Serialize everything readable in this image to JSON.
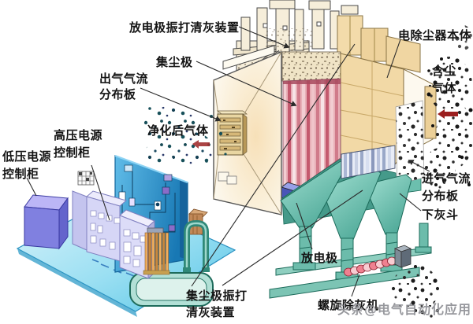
{
  "diagram": {
    "subject": "electrostatic-precipitator-structure",
    "labels": {
      "discharge_rapping": {
        "lines": [
          "放电极振打清灰装置"
        ]
      },
      "esp_body": {
        "lines": [
          "电除尘器本体"
        ]
      },
      "collecting_electrode": {
        "lines": [
          "集尘极"
        ]
      },
      "outlet_distribution": {
        "lines": [
          "出气气流",
          "分布板"
        ]
      },
      "dusty_gas": {
        "lines": [
          "含尘",
          "气体"
        ]
      },
      "clean_gas": {
        "lines": [
          "净化后气体"
        ]
      },
      "hv_cabinet": {
        "lines": [
          "高压电源",
          "控制柜"
        ]
      },
      "lv_cabinet": {
        "lines": [
          "低压电源",
          "控制柜"
        ]
      },
      "inlet_distribution": {
        "lines": [
          "进气气流",
          "分布板"
        ]
      },
      "ash_hopper": {
        "lines": [
          "下灰斗"
        ]
      },
      "discharge_electrode": {
        "lines": [
          "放电极"
        ]
      },
      "collecting_rapping": {
        "lines": [
          "集尘极振打",
          "清灰装置"
        ]
      },
      "screw_conveyor": {
        "lines": [
          "螺旋除灰机"
        ]
      }
    },
    "watermark": "头条@电气自动化应用",
    "colors": {
      "body_tan": "#f2d9a6",
      "plates_pink": "#d07a8a",
      "hopper_teal": "#7fc8b8",
      "floor_cyan": "#8ed8f0",
      "cabinet_lavender": "#d6d6f6",
      "wall_blue": "#2e96cc",
      "lv_box_purple": "#8080e0",
      "flow_arrow_red": "#9c1f1f",
      "label_text": "#141414",
      "watermark_gray": "#8f9095"
    }
  }
}
